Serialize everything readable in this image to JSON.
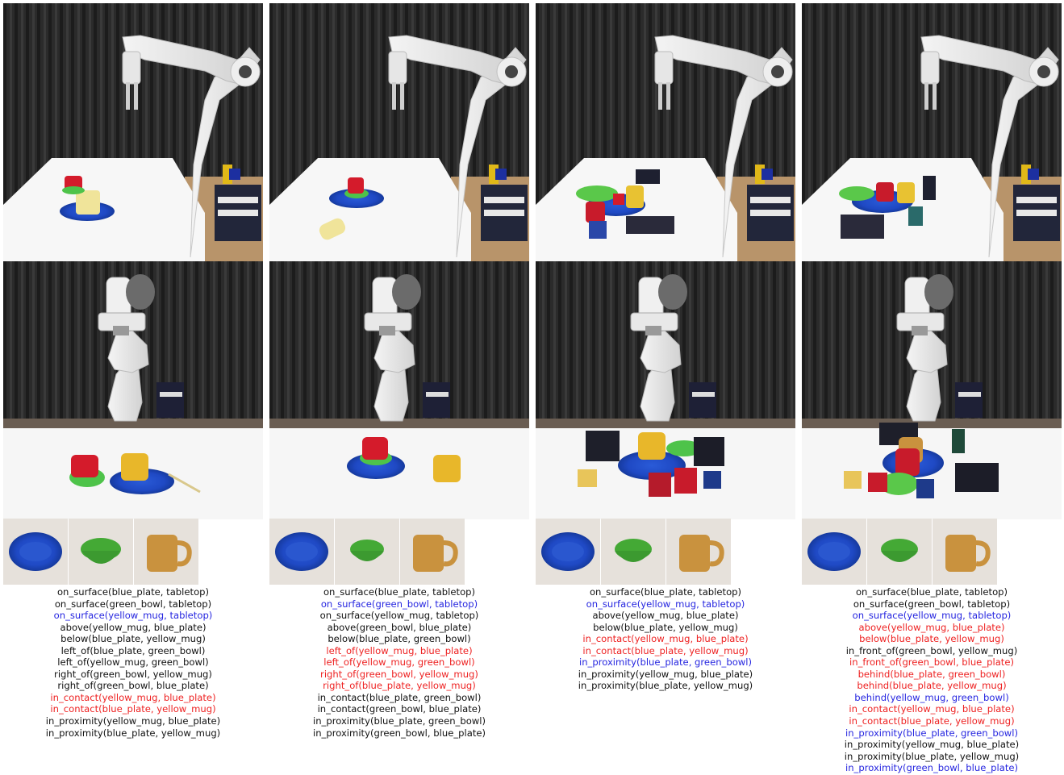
{
  "colors": {
    "black": "#111111",
    "blue": "#2626e0",
    "red": "#ee2222"
  },
  "thumb_objects": [
    "blue-plate-icon",
    "green-bowl-icon",
    "yellow-mug-icon"
  ],
  "columns": [
    {
      "predicates": [
        {
          "text": "on_surface(blue_plate, tabletop)",
          "color": "black"
        },
        {
          "text": "on_surface(green_bowl, tabletop)",
          "color": "black"
        },
        {
          "text": "on_surface(yellow_mug, tabletop)",
          "color": "blue"
        },
        {
          "text": "above(yellow_mug, blue_plate)",
          "color": "black"
        },
        {
          "text": "below(blue_plate, yellow_mug)",
          "color": "black"
        },
        {
          "text": "left_of(blue_plate, green_bowl)",
          "color": "black"
        },
        {
          "text": "left_of(yellow_mug, green_bowl)",
          "color": "black"
        },
        {
          "text": "right_of(green_bowl, yellow_mug)",
          "color": "black"
        },
        {
          "text": "right_of(green_bowl, blue_plate)",
          "color": "black"
        },
        {
          "text": "in_contact(yellow_mug, blue_plate)",
          "color": "red"
        },
        {
          "text": "in_contact(blue_plate, yellow_mug)",
          "color": "red"
        },
        {
          "text": "in_proximity(yellow_mug, blue_plate)",
          "color": "black"
        },
        {
          "text": "in_proximity(blue_plate, yellow_mug)",
          "color": "black"
        }
      ]
    },
    {
      "predicates": [
        {
          "text": "on_surface(blue_plate, tabletop)",
          "color": "black"
        },
        {
          "text": "on_surface(green_bowl, tabletop)",
          "color": "blue"
        },
        {
          "text": "on_surface(yellow_mug, tabletop)",
          "color": "black"
        },
        {
          "text": "above(green_bowl, blue_plate)",
          "color": "black"
        },
        {
          "text": "below(blue_plate, green_bowl)",
          "color": "black"
        },
        {
          "text": "left_of(yellow_mug, blue_plate)",
          "color": "red"
        },
        {
          "text": "left_of(yellow_mug, green_bowl)",
          "color": "red"
        },
        {
          "text": "right_of(green_bowl, yellow_mug)",
          "color": "red"
        },
        {
          "text": "right_of(blue_plate, yellow_mug)",
          "color": "red"
        },
        {
          "text": "in_contact(blue_plate, green_bowl)",
          "color": "black"
        },
        {
          "text": "in_contact(green_bowl, blue_plate)",
          "color": "black"
        },
        {
          "text": "in_proximity(blue_plate, green_bowl)",
          "color": "black"
        },
        {
          "text": "in_proximity(green_bowl, blue_plate)",
          "color": "black"
        }
      ]
    },
    {
      "predicates": [
        {
          "text": "on_surface(blue_plate, tabletop)",
          "color": "black"
        },
        {
          "text": "on_surface(yellow_mug, tabletop)",
          "color": "blue"
        },
        {
          "text": "above(yellow_mug, blue_plate)",
          "color": "black"
        },
        {
          "text": "below(blue_plate, yellow_mug)",
          "color": "black"
        },
        {
          "text": "in_contact(yellow_mug, blue_plate)",
          "color": "red"
        },
        {
          "text": "in_contact(blue_plate, yellow_mug)",
          "color": "red"
        },
        {
          "text": "in_proximity(blue_plate, green_bowl)",
          "color": "blue"
        },
        {
          "text": "in_proximity(yellow_mug, blue_plate)",
          "color": "black"
        },
        {
          "text": "in_proximity(blue_plate, yellow_mug)",
          "color": "black"
        }
      ]
    },
    {
      "predicates": [
        {
          "text": "on_surface(blue_plate, tabletop)",
          "color": "black"
        },
        {
          "text": "on_surface(green_bowl, tabletop)",
          "color": "black"
        },
        {
          "text": "on_surface(yellow_mug, tabletop)",
          "color": "blue"
        },
        {
          "text": "above(yellow_mug, blue_plate)",
          "color": "red"
        },
        {
          "text": "below(blue_plate, yellow_mug)",
          "color": "red"
        },
        {
          "text": "in_front_of(green_bowl, yellow_mug)",
          "color": "black"
        },
        {
          "text": "in_front_of(green_bowl, blue_plate)",
          "color": "red"
        },
        {
          "text": "behind(blue_plate, green_bowl)",
          "color": "red"
        },
        {
          "text": "behind(blue_plate, yellow_mug)",
          "color": "red"
        },
        {
          "text": "behind(yellow_mug, green_bowl)",
          "color": "blue"
        },
        {
          "text": "in_contact(yellow_mug, blue_plate)",
          "color": "red"
        },
        {
          "text": "in_contact(blue_plate, yellow_mug)",
          "color": "red"
        },
        {
          "text": "in_proximity(blue_plate, green_bowl)",
          "color": "blue"
        },
        {
          "text": "in_proximity(yellow_mug, blue_plate)",
          "color": "black"
        },
        {
          "text": "in_proximity(blue_plate, yellow_mug)",
          "color": "black"
        },
        {
          "text": "in_proximity(green_bowl, blue_plate)",
          "color": "blue"
        }
      ]
    }
  ]
}
